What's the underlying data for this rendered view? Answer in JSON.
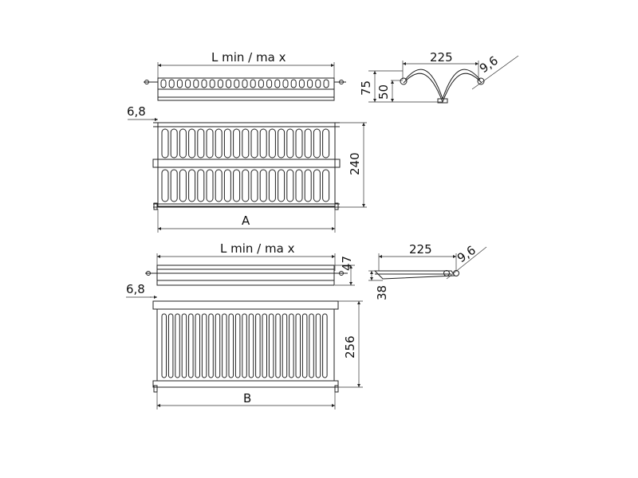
{
  "top_assembly": {
    "length_label": "L min / ma  x",
    "width_label": "A",
    "depth_label": "240",
    "offset_label": "6,8"
  },
  "top_profile": {
    "width_label": "225",
    "diameter_label": "9,6",
    "height_outer_label": "75",
    "height_inner_label": "50"
  },
  "bottom_assembly": {
    "length_label": "L min / ma   x",
    "width_label": "B",
    "depth_label": "256",
    "offset_label": "6,8",
    "rail_height_label": "47"
  },
  "bottom_profile": {
    "width_label": "225",
    "diameter_label": "9,6",
    "height_label": "38"
  }
}
